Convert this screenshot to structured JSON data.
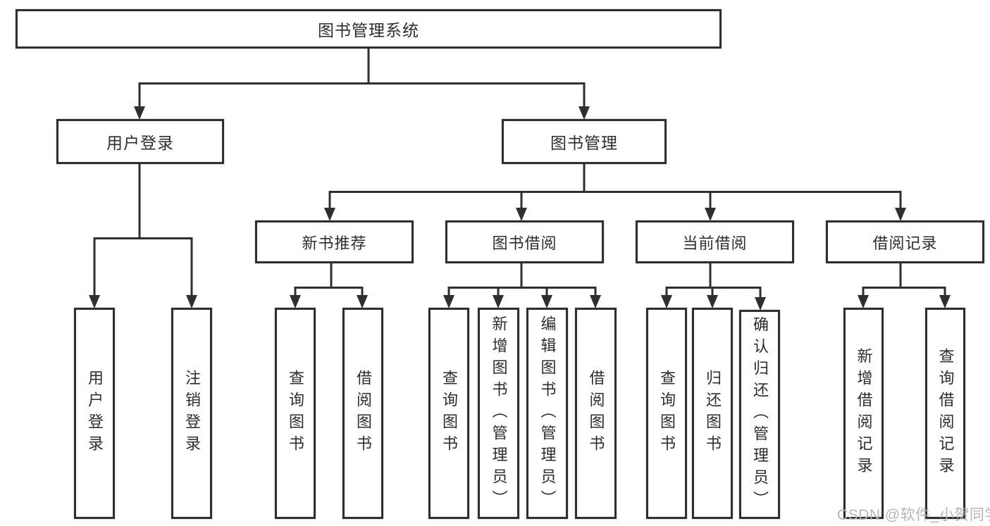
{
  "diagram": {
    "title": "图书管理系统",
    "root": {
      "label": "图书管理系统"
    },
    "level2": [
      {
        "label": "用户登录"
      },
      {
        "label": "图书管理"
      }
    ],
    "level3": [
      {
        "label": "新书推荐",
        "parent": "图书管理"
      },
      {
        "label": "图书借阅",
        "parent": "图书管理"
      },
      {
        "label": "当前借阅",
        "parent": "图书管理"
      },
      {
        "label": "借阅记录",
        "parent": "图书管理"
      }
    ],
    "leaves": [
      {
        "label": "用户登录",
        "parent": "用户登录"
      },
      {
        "label": "注销登录",
        "parent": "用户登录"
      },
      {
        "label": "查询图书",
        "parent": "新书推荐"
      },
      {
        "label": "借阅图书",
        "parent": "新书推荐"
      },
      {
        "label": "查询图书",
        "parent": "图书借阅"
      },
      {
        "label": "新增图书（管理员）",
        "parent": "图书借阅"
      },
      {
        "label": "编辑图书（管理员）",
        "parent": "图书借阅"
      },
      {
        "label": "借阅图书",
        "parent": "图书借阅"
      },
      {
        "label": "查询图书",
        "parent": "当前借阅"
      },
      {
        "label": "归还图书",
        "parent": "当前借阅"
      },
      {
        "label": "确认归还（管理员）",
        "parent": "当前借阅"
      },
      {
        "label": "新增借阅记录",
        "parent": "借阅记录"
      },
      {
        "label": "查询借阅记录",
        "parent": "借阅记录"
      }
    ],
    "colors": {
      "line": "#2f2f2f",
      "text": "#2d2d2d",
      "background": "#ffffff",
      "watermark": "#b5b5b5"
    }
  },
  "watermark": {
    "text": "CSDN @软件_小贺同学"
  }
}
